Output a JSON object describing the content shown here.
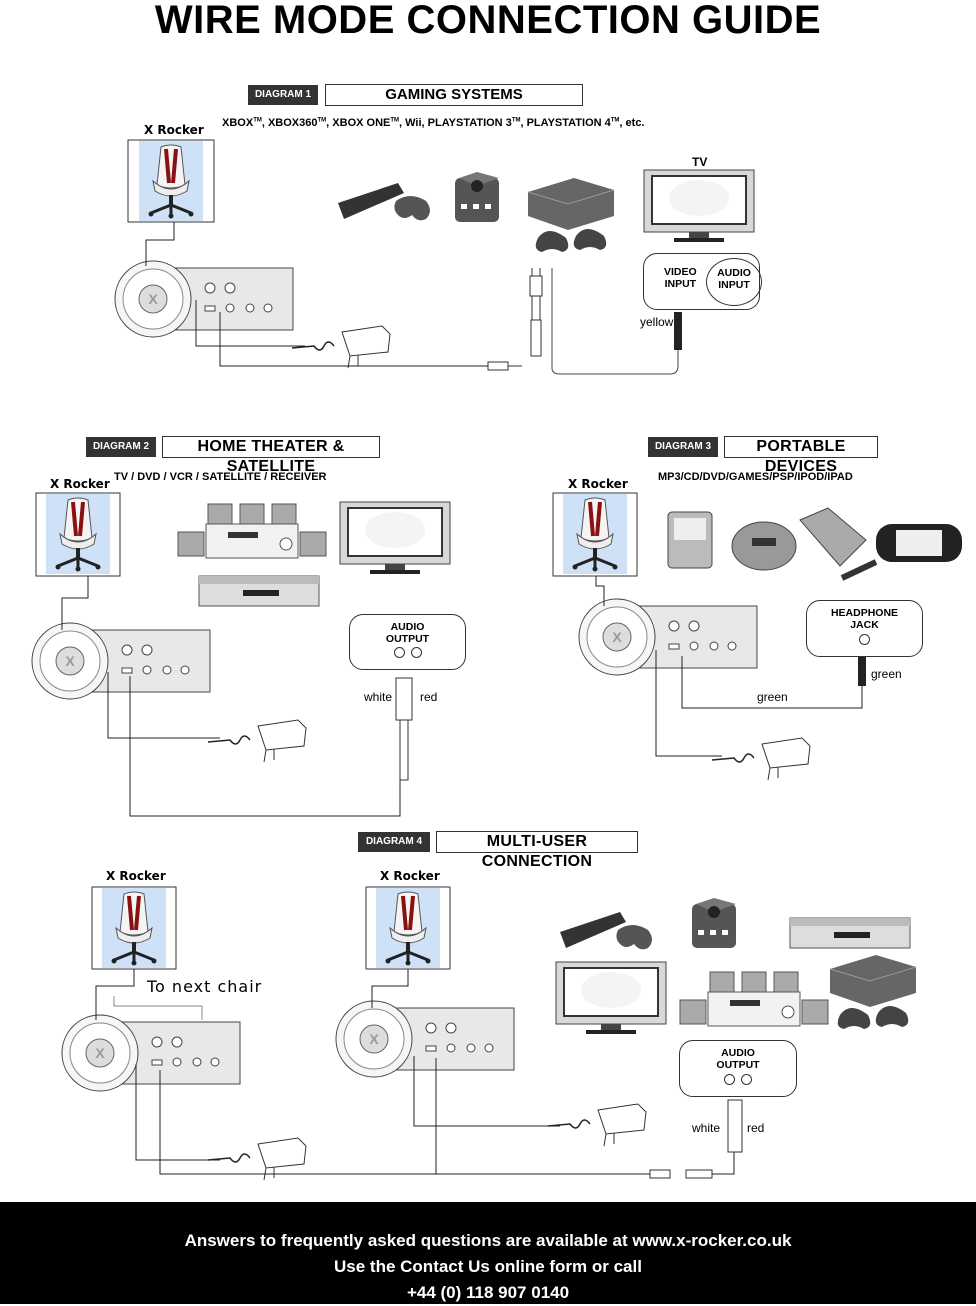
{
  "title": "WIRE MODE CONNECTION GUIDE",
  "diagram1": {
    "tag": "DIAGRAM 1",
    "heading": "GAMING SYSTEMS",
    "systems": [
      "XBOX",
      "TM",
      ", XBOX360",
      "TM",
      ", XBOX ONE",
      "TM",
      ", Wii, PLAYSTATION 3",
      "TM",
      ", PLAYSTATION 4",
      "TM",
      ", etc."
    ],
    "chair_label": "X Rocker",
    "tv_label": "TV",
    "panel_line1": "VIDEO",
    "panel_line2": "INPUT",
    "panel_line3": "AUDIO",
    "panel_line4": "INPUT",
    "wire_label": "yellow"
  },
  "diagram2": {
    "tag": "DIAGRAM 2",
    "heading": "HOME THEATER & SATELLITE",
    "subtitle": "TV / DVD / VCR / SATELLITE / RECEIVER",
    "chair_label": "X Rocker",
    "panel_line1": "AUDIO",
    "panel_line2": "OUTPUT",
    "wire_white": "white",
    "wire_red": "red"
  },
  "diagram3": {
    "tag": "DIAGRAM 3",
    "heading": "PORTABLE DEVICES",
    "subtitle": "MP3/CD/DVD/GAMES/PSP/IPOD/IPAD",
    "chair_label": "X Rocker",
    "panel_line1": "HEADPHONE",
    "panel_line2": "JACK",
    "wire_green_1": "green",
    "wire_green_2": "green"
  },
  "diagram4": {
    "tag": "DIAGRAM 4",
    "heading": "MULTI-USER CONNECTION",
    "chair_label_1": "X Rocker",
    "chair_label_2": "X Rocker",
    "next_chair": "To next chair",
    "panel_line1": "AUDIO",
    "panel_line2": "OUTPUT",
    "wire_white": "white",
    "wire_red": "red"
  },
  "footer": {
    "line1": "Answers to frequently asked questions are available at www.x-rocker.co.uk",
    "line2": "Use the Contact Us online form or call",
    "line3": "+44 (0) 118 907 0140"
  }
}
